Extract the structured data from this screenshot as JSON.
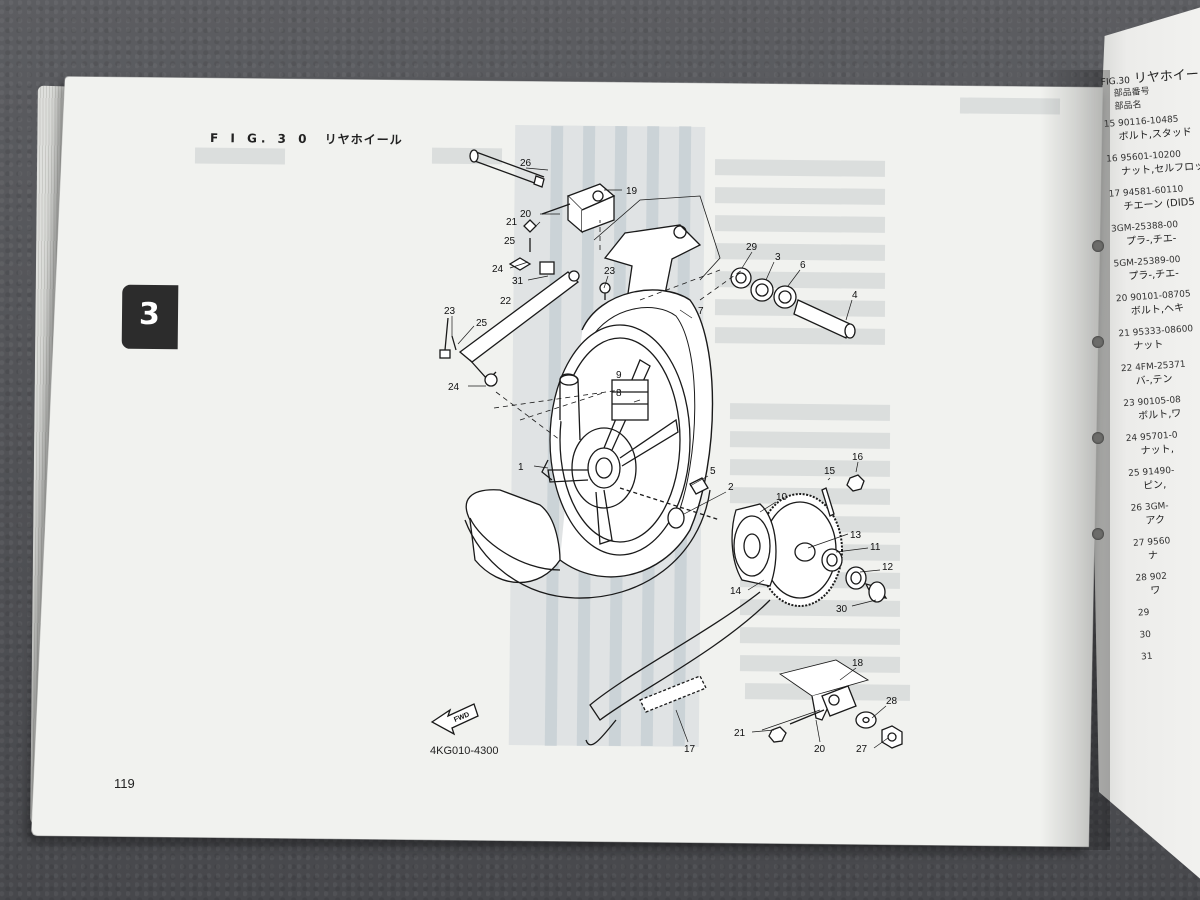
{
  "figure": {
    "label": "F I G. 3 0",
    "title": "リヤホイール",
    "code": "4KG010-4300",
    "fwd_label": "FWD"
  },
  "page": {
    "number": "119",
    "section_tab": "3"
  },
  "callouts": [
    "1",
    "2",
    "3",
    "4",
    "5",
    "6",
    "7",
    "8",
    "9",
    "10",
    "11",
    "12",
    "13",
    "14",
    "15",
    "16",
    "17",
    "18",
    "19",
    "20",
    "20",
    "21",
    "21",
    "22",
    "23",
    "23",
    "24",
    "24",
    "25",
    "25",
    "26",
    "27",
    "28",
    "29",
    "30",
    "31"
  ],
  "right_page": {
    "header_fig": "FIG.30",
    "header_title": "リヤホイール",
    "header_col1": "部品番号",
    "header_col2": "部品名",
    "rows": [
      {
        "no": "15",
        "part": "90116-10485",
        "name": "ボルト,スタッド"
      },
      {
        "no": "16",
        "part": "95601-10200",
        "name": "ナット,セルフロッ"
      },
      {
        "no": "17",
        "part": "94581-60110",
        "name": "チエーン (DID5"
      },
      {
        "no": "",
        "part": "3GM-25388-00",
        "name": "プラ-,チエ-"
      },
      {
        "no": "",
        "part": "5GM-25389-00",
        "name": "プラ-,チエ-"
      },
      {
        "no": "20",
        "part": "90101-08705",
        "name": "ボルト,ヘキ"
      },
      {
        "no": "21",
        "part": "95333-08600",
        "name": "ナット"
      },
      {
        "no": "22",
        "part": "4FM-25371",
        "name": "バ-,テン"
      },
      {
        "no": "23",
        "part": "90105-08",
        "name": "ボルト,ワ"
      },
      {
        "no": "24",
        "part": "95701-0",
        "name": "ナット,"
      },
      {
        "no": "25",
        "part": "91490-",
        "name": "ピン,"
      },
      {
        "no": "26",
        "part": "3GM-",
        "name": "アク"
      },
      {
        "no": "27",
        "part": "9560",
        "name": "ナ"
      },
      {
        "no": "28",
        "part": "902",
        "name": "ワ"
      },
      {
        "no": "29",
        "part": "",
        "name": ""
      },
      {
        "no": "30",
        "part": "",
        "name": ""
      },
      {
        "no": "31",
        "part": "",
        "name": ""
      }
    ]
  }
}
